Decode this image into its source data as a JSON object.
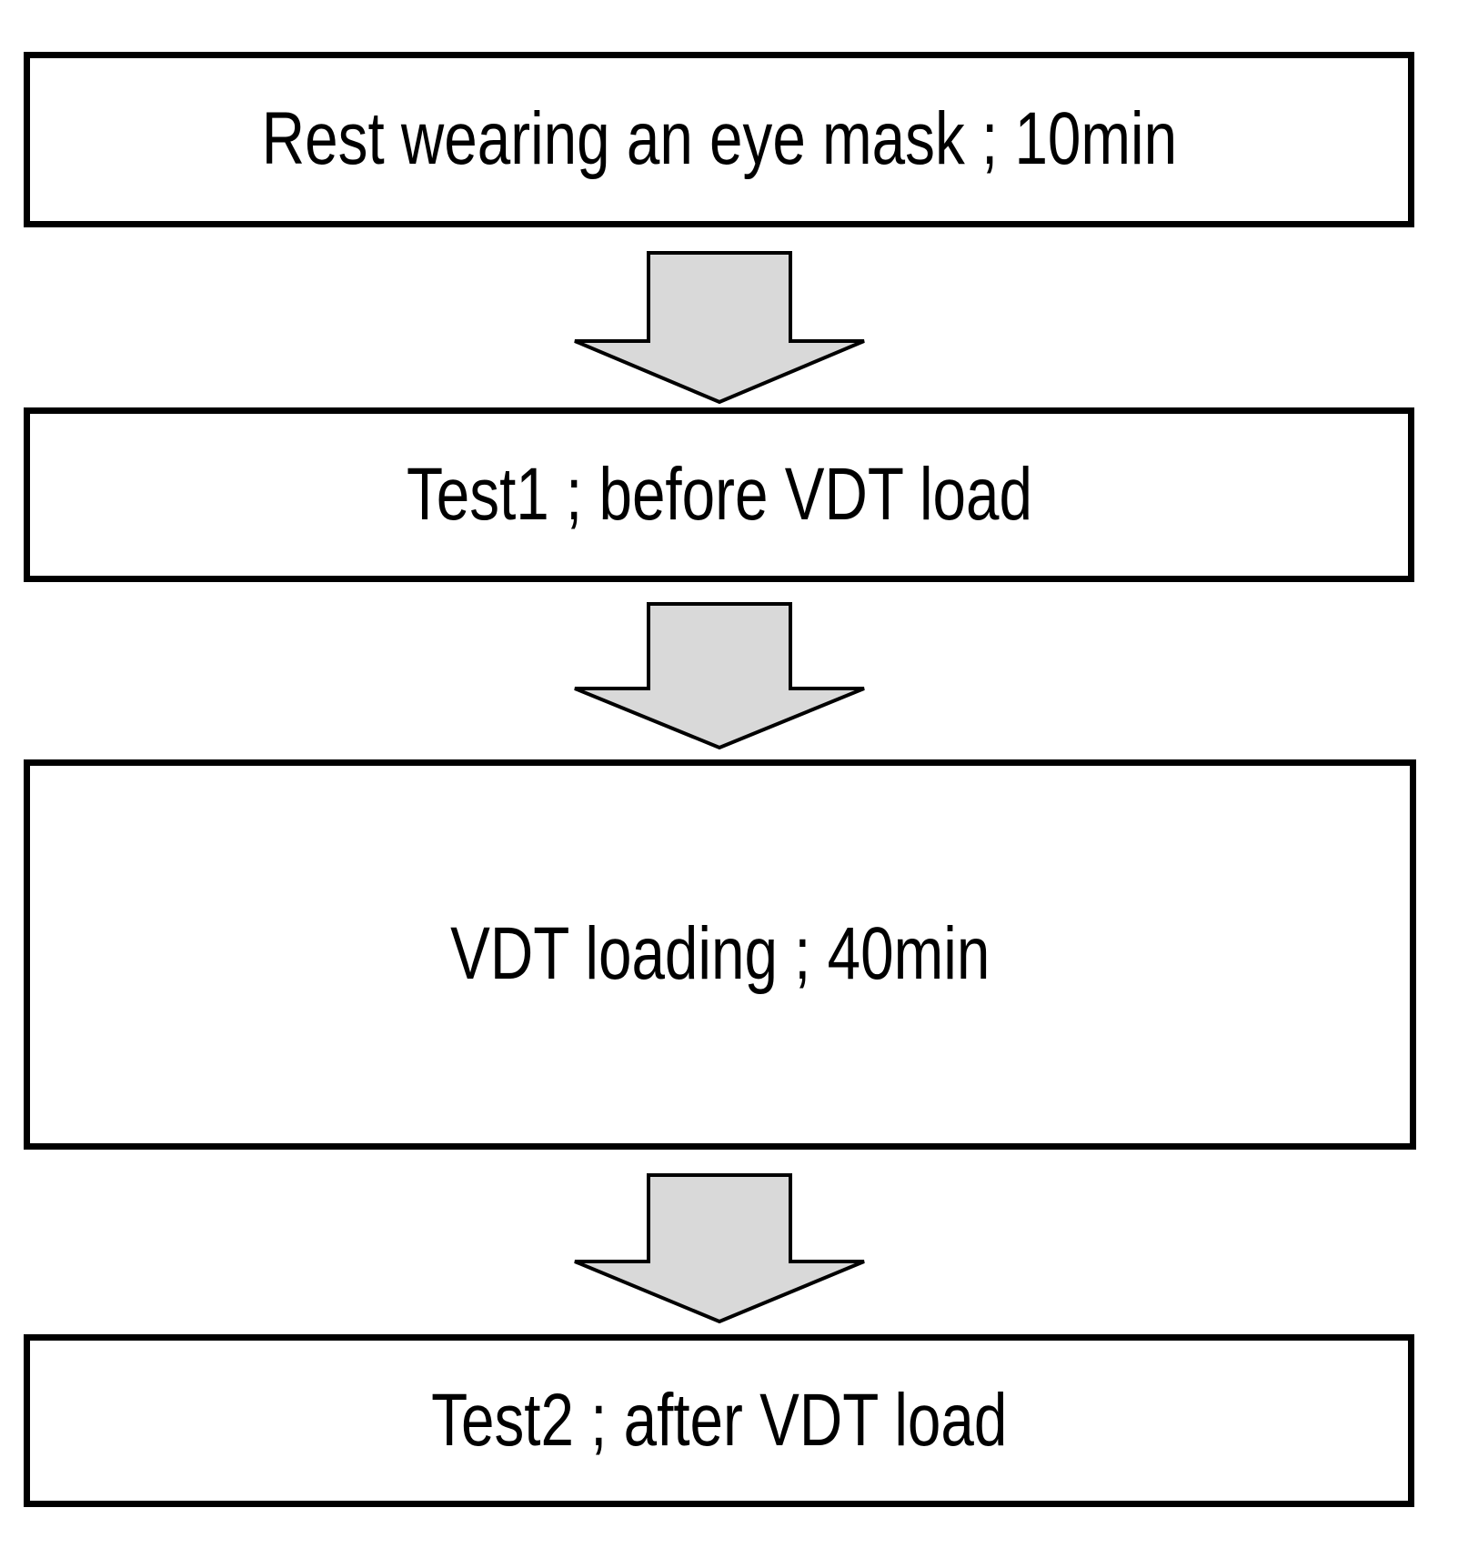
{
  "diagram": {
    "title": "VDT load experimental protocol flowchart",
    "orientation": "vertical top-to-bottom",
    "box_fill": "#FFFFFF",
    "box_border": "#000000",
    "arrow_fill": "#D9D9D9",
    "arrow_stroke": "#000000",
    "text_color": "#000000",
    "background": "#FFFFFF",
    "steps": [
      {
        "id": "rest",
        "label": "Rest wearing an eye mask ; 10min"
      },
      {
        "id": "test1",
        "label": "Test1 ; before VDT load"
      },
      {
        "id": "vdt-load",
        "label": "VDT loading ; 40min"
      },
      {
        "id": "test2",
        "label": "Test2 ; after VDT load"
      }
    ],
    "connectors": [
      {
        "id": "arrow-1",
        "from": "rest",
        "to": "test1",
        "icon": "down-arrow-icon"
      },
      {
        "id": "arrow-2",
        "from": "test1",
        "to": "vdt-load",
        "icon": "down-arrow-icon"
      },
      {
        "id": "arrow-3",
        "from": "vdt-load",
        "to": "test2",
        "icon": "down-arrow-icon"
      }
    ]
  }
}
